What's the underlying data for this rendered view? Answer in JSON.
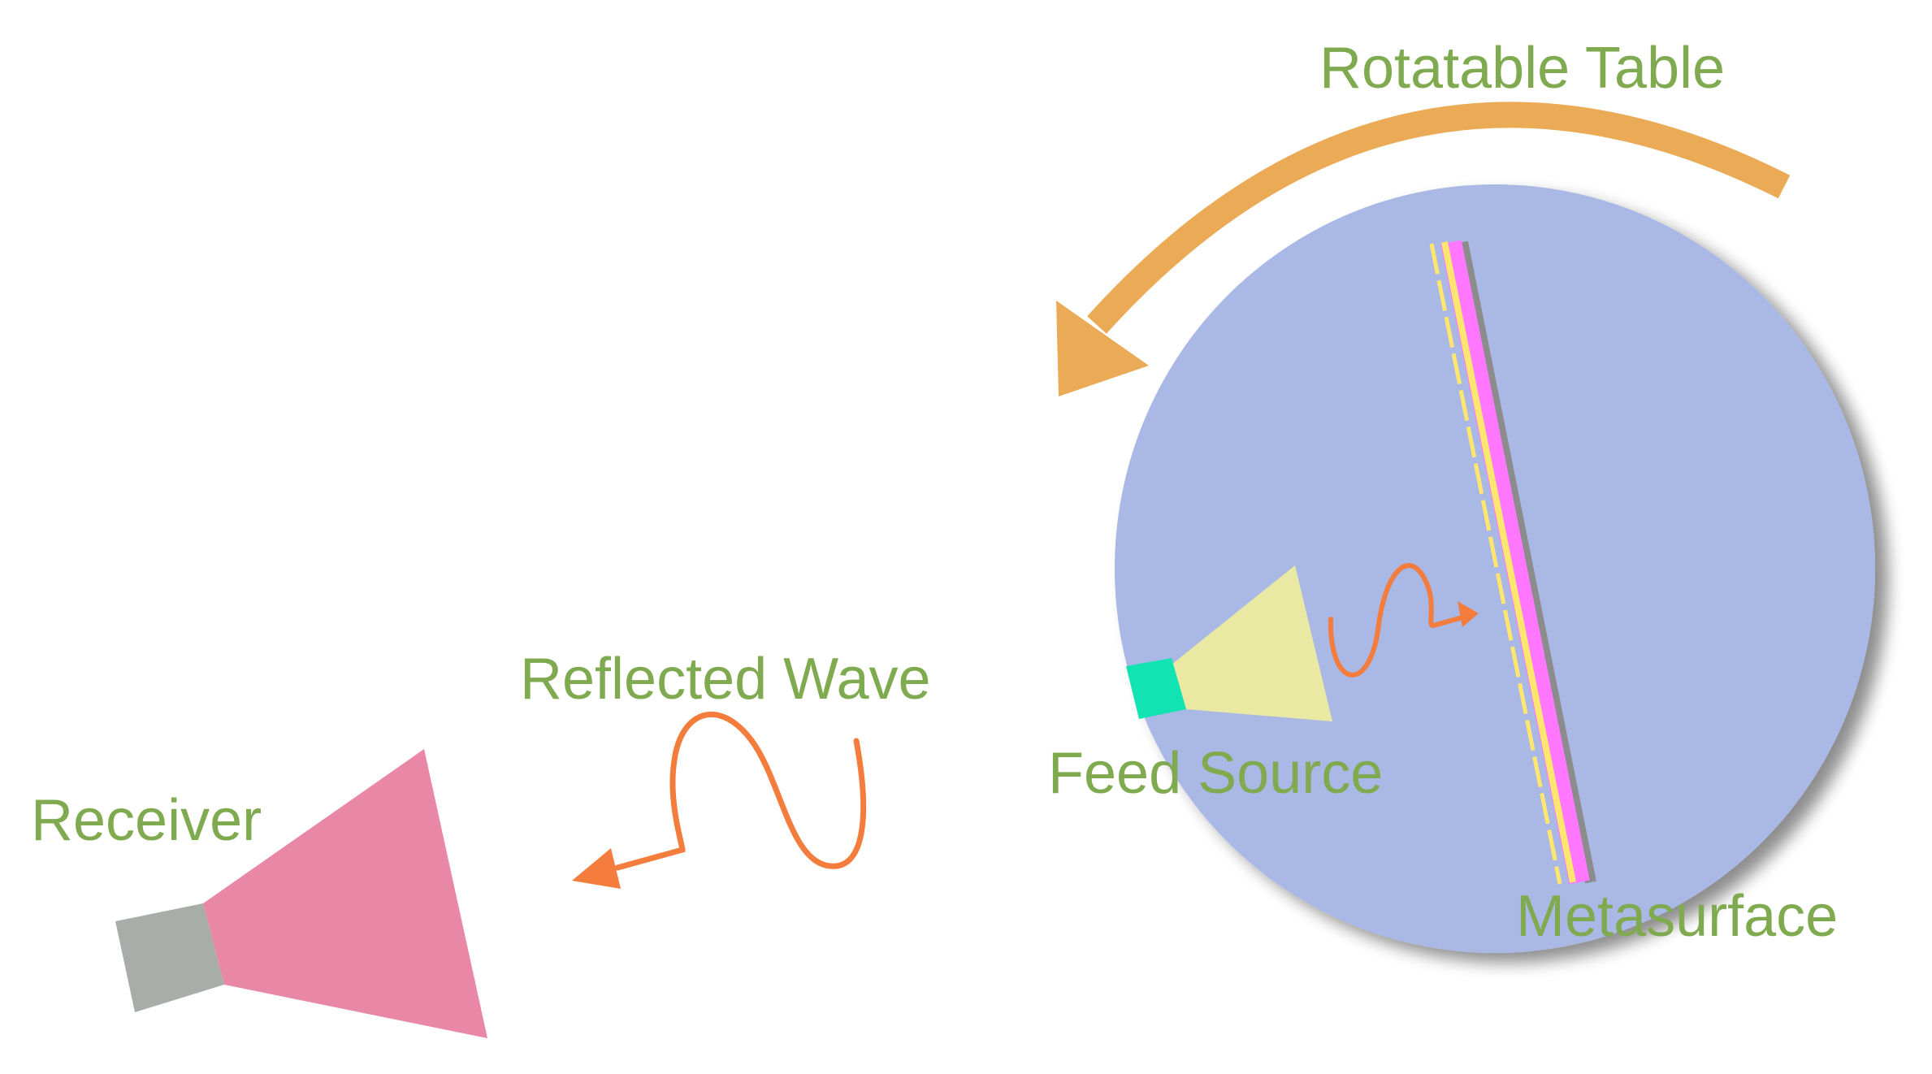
{
  "labels": {
    "rotatable_table": "Rotatable Table",
    "reflected_wave": "Reflected Wave",
    "feed_source": "Feed Source",
    "receiver": "Receiver",
    "metasurface": "Metasurface"
  },
  "colors": {
    "label_text": "#7faa4f",
    "table_disc": "#aab8e5",
    "rotation_arrow": "#ebaa56",
    "wave": "#f47c3c",
    "feed_horn": "#e9e9a3",
    "feed_waveguide": "#11e3b3",
    "receiver_horn": "#e988a6",
    "receiver_waveguide": "#a9adaa",
    "metasurface_magenta": "#ff78ff",
    "metasurface_yellow": "#ffe66e",
    "metasurface_back": "#8c8c8c"
  }
}
